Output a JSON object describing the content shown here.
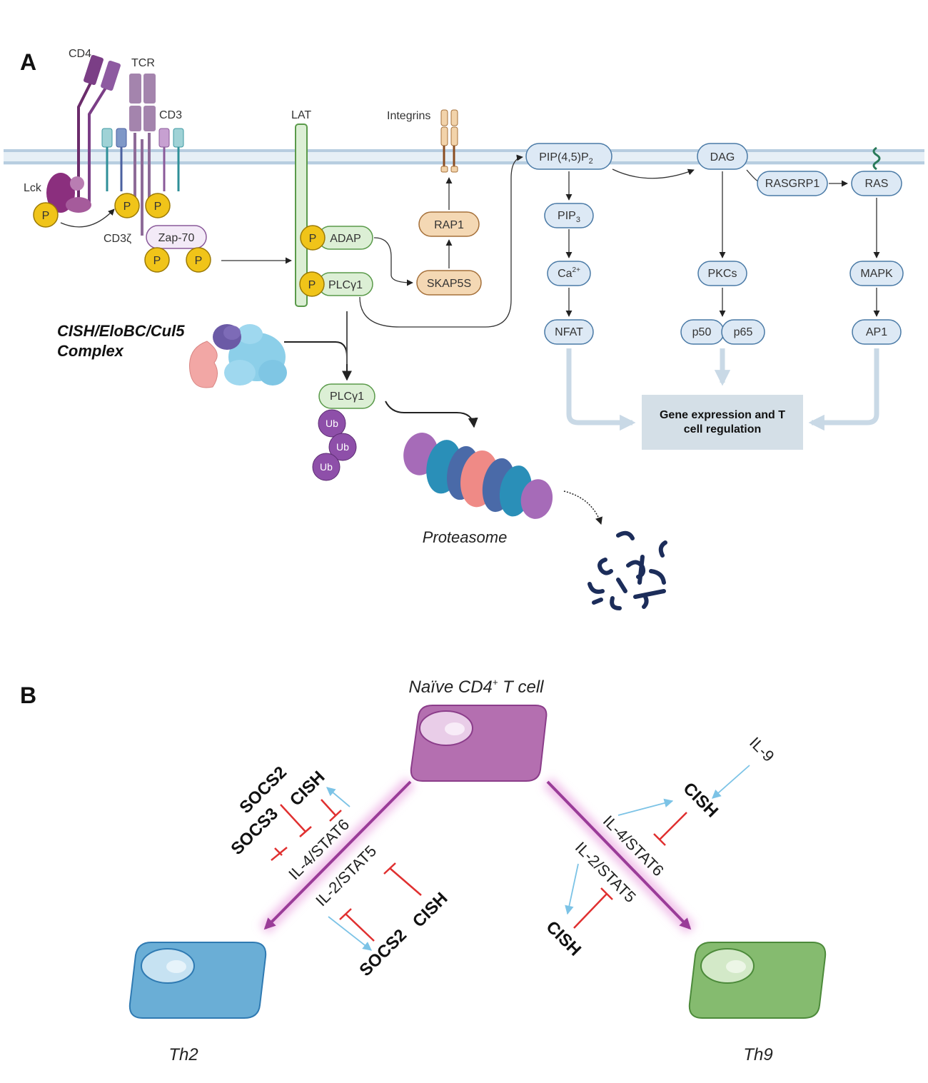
{
  "panels": {
    "a": "A",
    "b": "B"
  },
  "panel_a": {
    "receptors": {
      "cd4": "CD4",
      "tcr": "TCR",
      "cd3": "CD3",
      "lck": "Lck",
      "cd3z": "CD3ζ",
      "zap70": "Zap-70",
      "lat": "LAT",
      "integrins": "Integrins"
    },
    "phospho": "P",
    "adaptors": {
      "adap": "ADAP",
      "plcg1": "PLCγ1",
      "skap5s": "SKAP5S",
      "rap1": "RAP1"
    },
    "lipids": {
      "pip2": "PIP(4,5)P",
      "pip2_sub": "2",
      "pip3": "PIP",
      "pip3_sub": "3",
      "ca": "Ca",
      "ca_sup": "2+",
      "dag": "DAG"
    },
    "pathway": {
      "nfat": "NFAT",
      "pkcs": "PKCs",
      "p50": "p50",
      "p65": "p65",
      "rasgrp1": "RASGRP1",
      "ras": "RAS",
      "mapk": "MAPK",
      "ap1": "AP1"
    },
    "gene_expression": {
      "line1": "Gene expression and T",
      "line2": "cell regulation"
    },
    "complex": {
      "line1": "CISH/EloBC/Cul5",
      "line2": "Complex"
    },
    "degraded": {
      "plcg1": "PLCγ1",
      "ub": "Ub"
    },
    "proteasome": "Proteasome"
  },
  "panel_b": {
    "naive": "Naïve CD4",
    "naive_sup": "+",
    "naive_suffix": " T cell",
    "th2": "Th2",
    "th9": "Th9",
    "left": {
      "socs2_top": "SOCS2",
      "cish_top": "CISH",
      "socs3": "SOCS3",
      "il4": "IL-4/STAT6",
      "il2": "IL-2/STAT5",
      "socs2_bottom": "SOCS2",
      "cish_bottom": "CISH"
    },
    "right": {
      "il9": "IL-9",
      "cish_top": "CISH",
      "il4": "IL-4/STAT6",
      "il2": "IL-2/STAT5",
      "cish_bottom": "CISH"
    }
  },
  "colors": {
    "membrane": "#c9dcea",
    "node_fill": "#dde9f5",
    "node_stroke": "#4a7aa6",
    "lat_fill": "#dcefd5",
    "lat_stroke": "#5a9a4a",
    "tan_fill": "#f4d8b4",
    "tan_stroke": "#a5703a",
    "phospho": "#f0c419",
    "ub": "#8e4fa9",
    "naive_cell": "#b46fb0",
    "th2_cell": "#6aaed6",
    "th9_cell": "#85bb6f",
    "inhibit": "#e03030",
    "activate": "#7cc3e6"
  }
}
